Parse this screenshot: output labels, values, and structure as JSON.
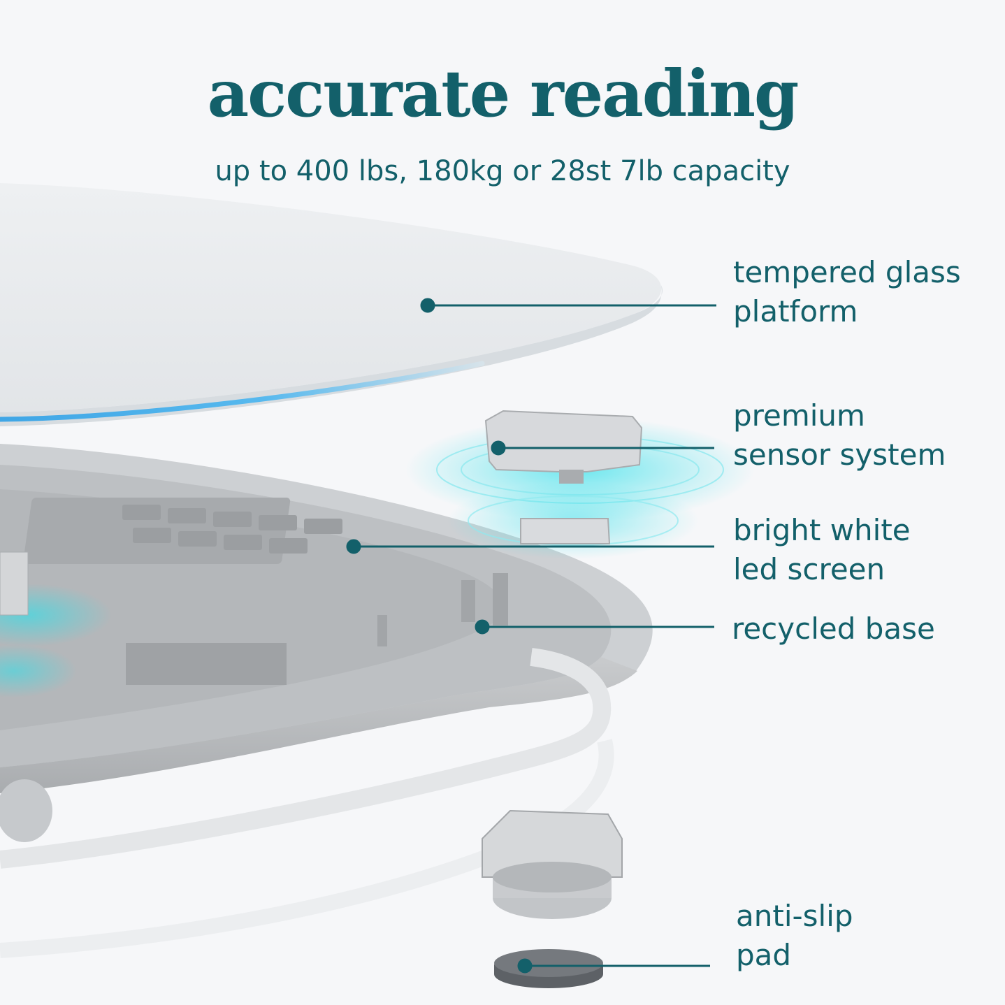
{
  "header": {
    "title": "accurate reading",
    "subtitle": "up to 400 lbs, 180kg or 28st 7lb capacity"
  },
  "callouts": [
    {
      "id": "glass",
      "text": "tempered glass\nplatform",
      "icon": "dot"
    },
    {
      "id": "sensor",
      "text": "premium\nsensor system",
      "icon": "dot"
    },
    {
      "id": "screen",
      "text": "bright white\nled screen",
      "icon": "dot"
    },
    {
      "id": "base",
      "text": "recycled base",
      "icon": "dot"
    },
    {
      "id": "pad",
      "text": "anti-slip\npad",
      "icon": "dot"
    }
  ],
  "colors": {
    "brand_teal": "#13606a",
    "glow_cyan": "#2ee0ea",
    "glass_edge_blue": "#3fa6e6",
    "background": "#f6f7f9"
  }
}
